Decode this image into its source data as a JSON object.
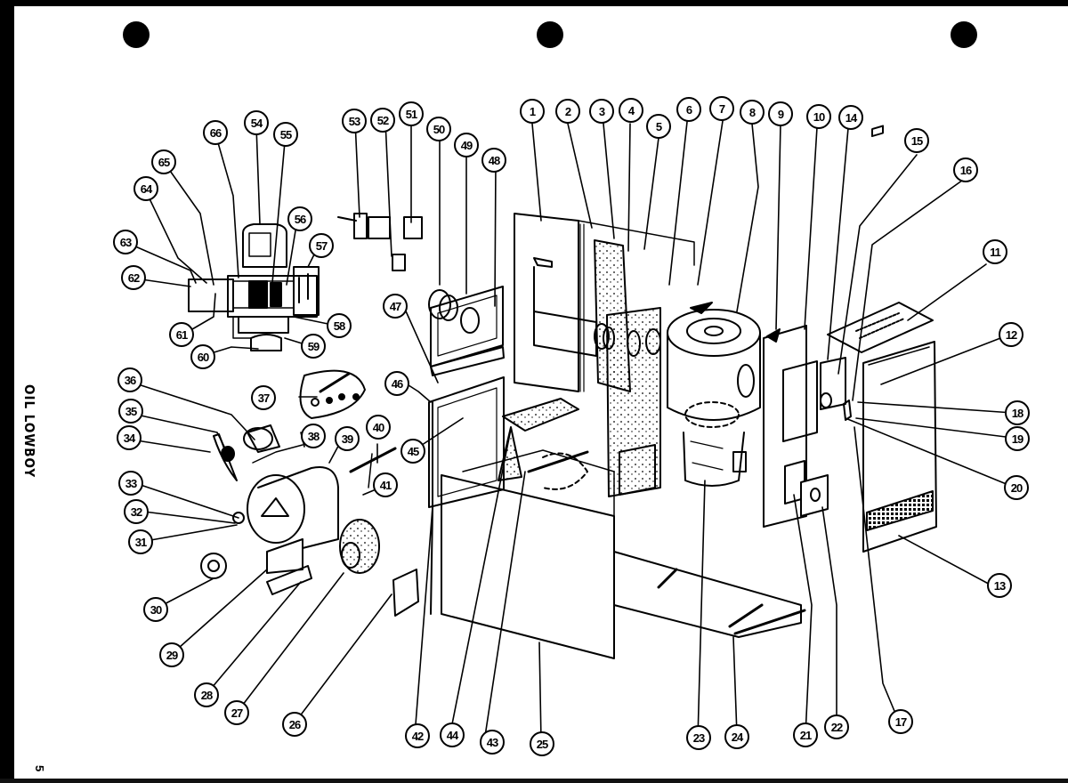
{
  "document": {
    "title": "OIL LOWBOY",
    "page_number": "5",
    "type": "exploded parts diagram"
  },
  "callouts": [
    {
      "label": "1"
    },
    {
      "label": "2"
    },
    {
      "label": "3"
    },
    {
      "label": "4"
    },
    {
      "label": "5"
    },
    {
      "label": "6"
    },
    {
      "label": "7"
    },
    {
      "label": "8"
    },
    {
      "label": "9"
    },
    {
      "label": "10"
    },
    {
      "label": "14"
    },
    {
      "label": "15"
    },
    {
      "label": "16"
    },
    {
      "label": "11"
    },
    {
      "label": "12"
    },
    {
      "label": "18"
    },
    {
      "label": "19"
    },
    {
      "label": "20"
    },
    {
      "label": "13"
    },
    {
      "label": "17"
    },
    {
      "label": "22"
    },
    {
      "label": "21"
    },
    {
      "label": "24"
    },
    {
      "label": "23"
    },
    {
      "label": "25"
    },
    {
      "label": "43"
    },
    {
      "label": "44"
    },
    {
      "label": "42"
    },
    {
      "label": "26"
    },
    {
      "label": "27"
    },
    {
      "label": "28"
    },
    {
      "label": "29"
    },
    {
      "label": "30"
    },
    {
      "label": "31"
    },
    {
      "label": "32"
    },
    {
      "label": "33"
    },
    {
      "label": "34"
    },
    {
      "label": "35"
    },
    {
      "label": "36"
    },
    {
      "label": "37"
    },
    {
      "label": "38"
    },
    {
      "label": "39"
    },
    {
      "label": "40"
    },
    {
      "label": "41"
    },
    {
      "label": "45"
    },
    {
      "label": "46"
    },
    {
      "label": "47"
    },
    {
      "label": "48"
    },
    {
      "label": "49"
    },
    {
      "label": "50"
    },
    {
      "label": "51"
    },
    {
      "label": "52"
    },
    {
      "label": "53"
    },
    {
      "label": "54"
    },
    {
      "label": "55"
    },
    {
      "label": "56"
    },
    {
      "label": "57"
    },
    {
      "label": "58"
    },
    {
      "label": "59"
    },
    {
      "label": "60"
    },
    {
      "label": "61"
    },
    {
      "label": "62"
    },
    {
      "label": "63"
    },
    {
      "label": "64"
    },
    {
      "label": "65"
    },
    {
      "label": "66"
    }
  ]
}
